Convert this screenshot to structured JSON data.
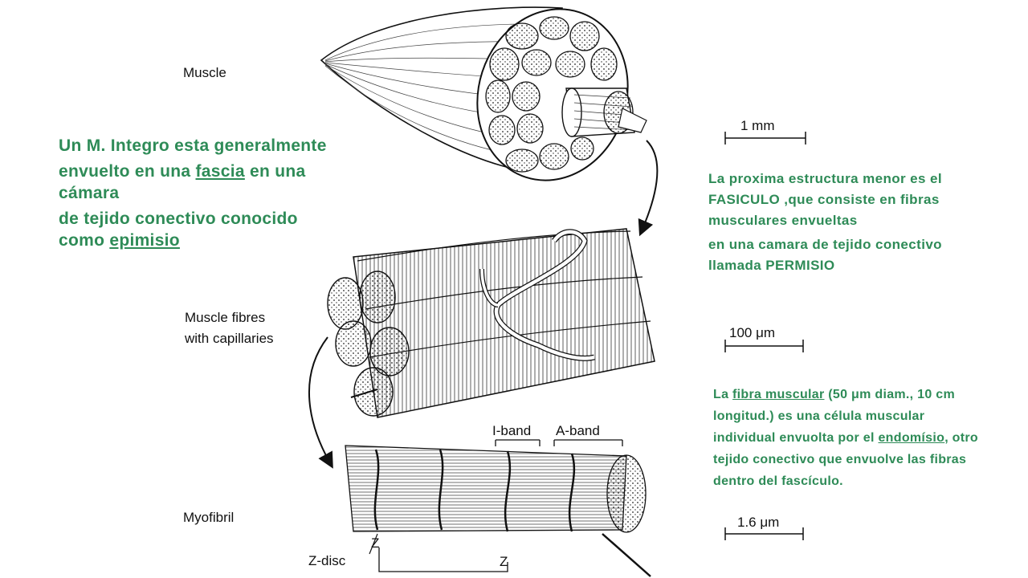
{
  "labels": {
    "muscle": "Muscle",
    "muscle_fibres_1": "Muscle fibres",
    "muscle_fibres_2": "with capillaries",
    "myofibril": "Myofibril",
    "i_band": "I-band",
    "a_band": "A-band",
    "z_disc": "Z-disc",
    "z1": "Z",
    "z2": "Z"
  },
  "scales": {
    "s1": "1 mm",
    "s2": "100 μm",
    "s3": "1.6 μm"
  },
  "left_text": {
    "p1": "Un M. Integro esta generalmente",
    "p2a": "envuelto en una ",
    "p2_link": "fascia",
    "p2b": " en una cámara",
    "p3a": "de tejido conectivo conocido como ",
    "p3_link": "epimisio"
  },
  "right_text_1": {
    "p1": "La proxima estructura menor es el FASICULO ,que consiste en fibras musculares envueltas",
    "p2": "en una camara de tejido conectivo llamada PERMISIO"
  },
  "right_text_2": {
    "a": "La ",
    "link1": "fibra muscular",
    "b": " (50 μm diam., 10 cm longitud.) es una célula muscular individual envuolta por el ",
    "link2": "endomísio",
    "c": ", otro tejido conectivo que envuolve las fibras dentro del fascículo."
  },
  "colors": {
    "text_green": "#2e8b57",
    "ink": "#111111"
  }
}
